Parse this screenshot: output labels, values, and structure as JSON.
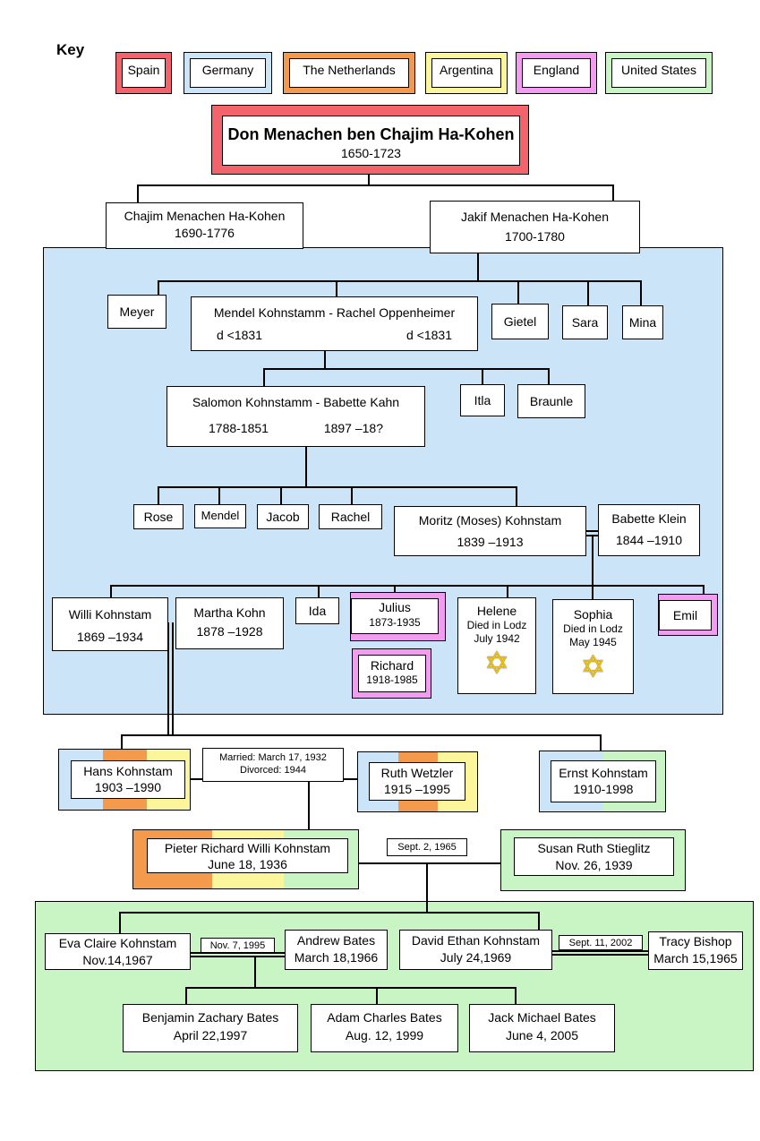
{
  "colors": {
    "spain": "#f2636b",
    "germany": "#cbe4f7",
    "netherlands": "#f39a4c",
    "argentina": "#fbf59c",
    "england": "#f29cf0",
    "united_states": "#c8f5c3"
  },
  "key": {
    "title": "Key",
    "items": [
      "Spain",
      "Germany",
      "The Netherlands",
      "Argentina",
      "England",
      "United States"
    ]
  },
  "people": {
    "don": {
      "name": "Don Menachen ben Chajim Ha-Kohen",
      "dates": "1650-1723"
    },
    "chajim": {
      "name": "Chajim Menachen Ha-Kohen",
      "dates": "1690-1776"
    },
    "jakif": {
      "name": "Jakif Menachen Ha-Kohen",
      "dates": "1700-1780"
    },
    "meyer": {
      "name": "Meyer"
    },
    "mendel_rachel": {
      "name": "Mendel Kohnstamm - Rachel Oppenheimer",
      "date1": "d <1831",
      "date2": "d <1831"
    },
    "gietel": {
      "name": "Gietel"
    },
    "sara": {
      "name": "Sara"
    },
    "mina": {
      "name": "Mina"
    },
    "salomon_babette": {
      "name": "Salomon Kohnstamm - Babette Kahn",
      "date1": "1788-1851",
      "date2": "1897 –18?"
    },
    "itla": {
      "name": "Itla"
    },
    "braunle": {
      "name": "Braunle"
    },
    "rose": {
      "name": "Rose"
    },
    "mendel": {
      "name": "Mendel"
    },
    "jacob": {
      "name": "Jacob"
    },
    "rachel": {
      "name": "Rachel"
    },
    "moritz": {
      "name": "Moritz (Moses) Kohnstam",
      "dates": "1839 –1913"
    },
    "babette_klein": {
      "name": "Babette Klein",
      "dates": "1844 –1910"
    },
    "willi": {
      "name": "Willi Kohnstam",
      "dates": "1869 –1934"
    },
    "martha": {
      "name": "Martha Kohn",
      "dates": "1878 –1928"
    },
    "ida": {
      "name": "Ida"
    },
    "julius": {
      "name": "Julius",
      "dates": "1873-1935"
    },
    "richard": {
      "name": "Richard",
      "dates": "1918-1985"
    },
    "helene": {
      "name": "Helene",
      "note1": "Died in Lodz",
      "note2": "July 1942"
    },
    "sophia": {
      "name": "Sophia",
      "note1": "Died in Lodz",
      "note2": "May 1945"
    },
    "emil": {
      "name": "Emil"
    },
    "hans": {
      "name": "Hans Kohnstam",
      "dates": "1903 –1990"
    },
    "ruth": {
      "name": "Ruth Wetzler",
      "dates": "1915 –1995"
    },
    "ernst": {
      "name": "Ernst Kohnstam",
      "dates": "1910-1998"
    },
    "pieter": {
      "name": "Pieter Richard Willi Kohnstam",
      "dates": "June 18, 1936"
    },
    "susan": {
      "name": "Susan Ruth Stieglitz",
      "dates": "Nov. 26, 1939"
    },
    "eva": {
      "name": "Eva Claire Kohnstam",
      "dates": "Nov.14,1967"
    },
    "andrew": {
      "name": "Andrew Bates",
      "dates": "March 18,1966"
    },
    "david": {
      "name": "David Ethan Kohnstam",
      "dates": "July 24,1969"
    },
    "tracy": {
      "name": "Tracy Bishop",
      "dates": "March 15,1965"
    },
    "benjamin": {
      "name": "Benjamin Zachary Bates",
      "dates": "April 22,1997"
    },
    "adam": {
      "name": "Adam Charles Bates",
      "dates": "Aug. 12, 1999"
    },
    "jack": {
      "name": "Jack Michael Bates",
      "dates": "June 4, 2005"
    }
  },
  "marriages": {
    "hans_ruth_married": "Married: March 17, 1932",
    "hans_ruth_divorced": "Divorced: 1944",
    "pieter_susan": "Sept. 2, 1965",
    "eva_andrew": "Nov. 7, 1995",
    "david_tracy": "Sept. 11, 2002"
  },
  "symbols": {
    "star": "✡"
  }
}
